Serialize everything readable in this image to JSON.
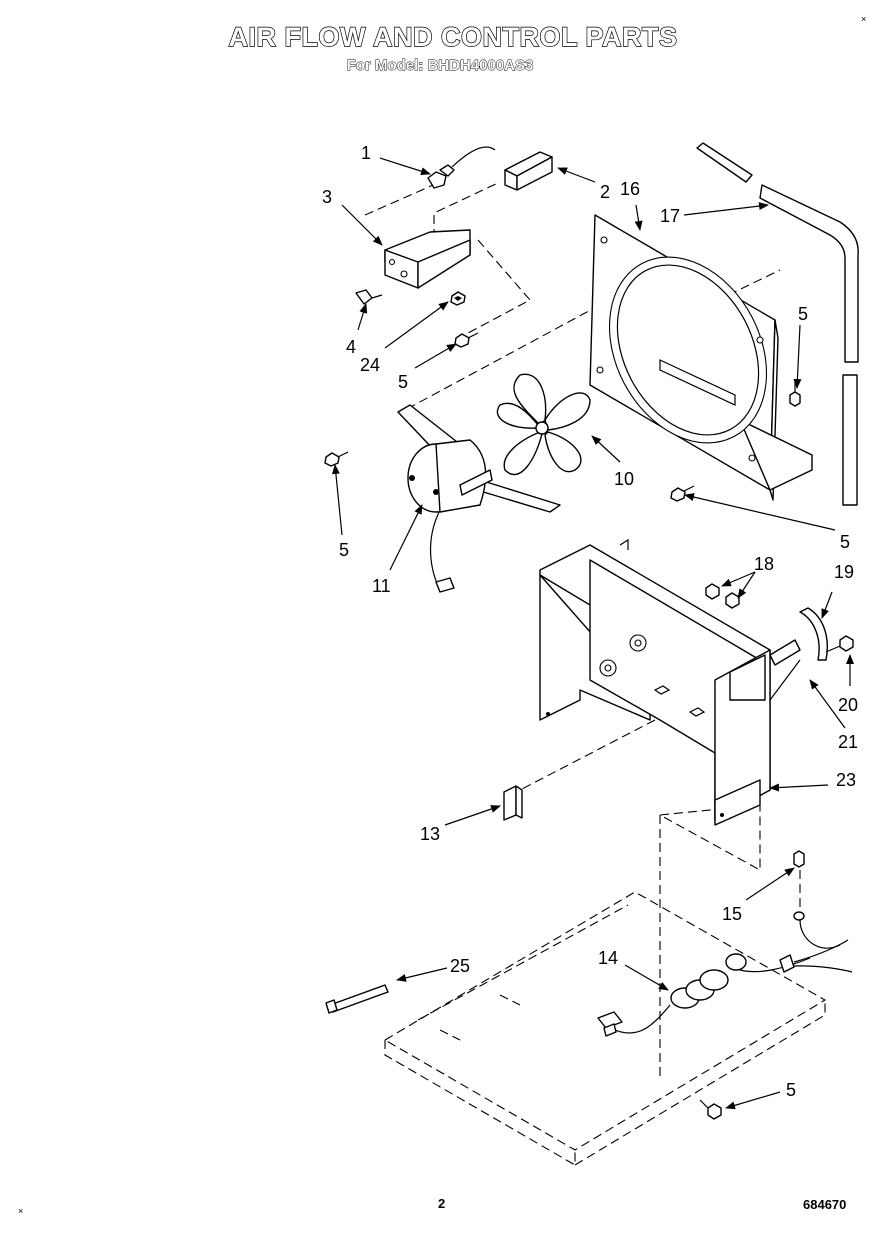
{
  "header": {
    "title": "AIR FLOW AND CONTROL PARTS",
    "subtitle": "For Model: BHDH4000AS3"
  },
  "footer": {
    "page_number": "2",
    "document_number": "684670"
  },
  "corner_marks": [
    "×",
    "×"
  ],
  "callouts": [
    {
      "id": "c1",
      "text": "1"
    },
    {
      "id": "c2",
      "text": "2"
    },
    {
      "id": "c3",
      "text": "3"
    },
    {
      "id": "c4",
      "text": "4"
    },
    {
      "id": "c24",
      "text": "24"
    },
    {
      "id": "c5a",
      "text": "5"
    },
    {
      "id": "c16",
      "text": "16"
    },
    {
      "id": "c17",
      "text": "17"
    },
    {
      "id": "c5b",
      "text": "5"
    },
    {
      "id": "c10",
      "text": "10"
    },
    {
      "id": "c5c",
      "text": "5"
    },
    {
      "id": "c5d",
      "text": "5"
    },
    {
      "id": "c11",
      "text": "11"
    },
    {
      "id": "c18",
      "text": "18"
    },
    {
      "id": "c19",
      "text": "19"
    },
    {
      "id": "c20",
      "text": "20"
    },
    {
      "id": "c21",
      "text": "21"
    },
    {
      "id": "c23",
      "text": "23"
    },
    {
      "id": "c13",
      "text": "13"
    },
    {
      "id": "c15",
      "text": "15"
    },
    {
      "id": "c25",
      "text": "25"
    },
    {
      "id": "c14",
      "text": "14"
    },
    {
      "id": "c5e",
      "text": "5"
    }
  ]
}
